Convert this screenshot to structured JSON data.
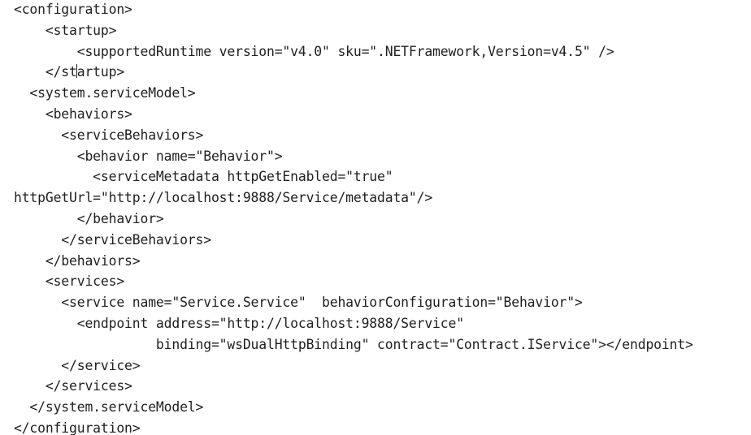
{
  "document": {
    "lines": [
      "<configuration>",
      "    <startup>",
      "        <supportedRuntime version=\"v4.0\" sku=\".NETFramework,Version=v4.5\" />",
      "    </startup>",
      "  <system.serviceModel>",
      "    <behaviors>",
      "      <serviceBehaviors>",
      "        <behavior name=\"Behavior\">",
      "          <serviceMetadata httpGetEnabled=\"true\"",
      "httpGetUrl=\"http://localhost:9888/Service/metadata\"/>",
      "        </behavior>",
      "      </serviceBehaviors>",
      "    </behaviors>",
      "    <services>",
      "      <service name=\"Service.Service\"  behaviorConfiguration=\"Behavior\">",
      "        <endpoint address=\"http://localhost:9888/Service\"",
      "                  binding=\"wsDualHttpBinding\" contract=\"Contract.IService\"></endpoint>",
      "      </service>",
      "    </services>",
      "  </system.serviceModel>",
      "</configuration>"
    ],
    "caret": {
      "line_index": 3,
      "column": 8
    }
  }
}
